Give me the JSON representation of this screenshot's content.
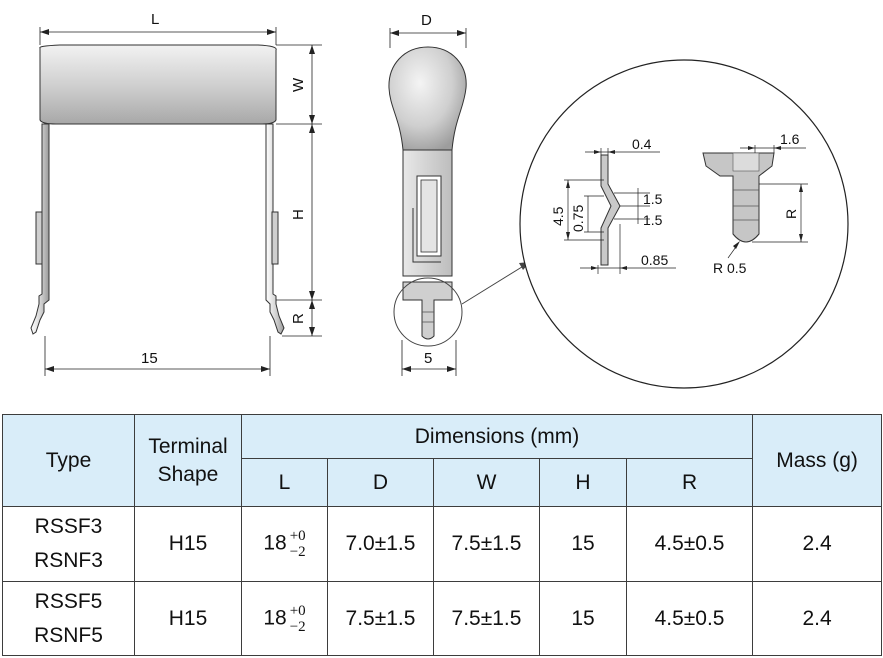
{
  "drawing": {
    "side_view": {
      "L": "L",
      "W": "W",
      "H": "H",
      "R": "R",
      "pitch": "15"
    },
    "end_view": {
      "D": "D",
      "width": "5"
    },
    "detail": {
      "t1": "0.4",
      "t2": "1.5",
      "t3": "1.5",
      "t4": "4.5",
      "t5": "0.75",
      "t6": "0.85",
      "t7": "1.6",
      "R": "R",
      "radius": "R 0.5"
    }
  },
  "table": {
    "headers": {
      "type": "Type",
      "terminal_line1": "Terminal",
      "terminal_line2": "Shape",
      "dimensions": "Dimensions  (mm)",
      "mass": "Mass (g)",
      "cols": [
        "L",
        "D",
        "W",
        "H",
        "R"
      ]
    },
    "rows": [
      {
        "type1": "RSSF3",
        "type2": "RSNF3",
        "terminal": "H15",
        "L": "18",
        "L_tol_plus": "+0",
        "L_tol_minus": "−2",
        "D": "7.0±1.5",
        "W": "7.5±1.5",
        "H": "15",
        "R": "4.5±0.5",
        "mass": "2.4"
      },
      {
        "type1": "RSSF5",
        "type2": "RSNF5",
        "terminal": "H15",
        "L": "18",
        "L_tol_plus": "+0",
        "L_tol_minus": "−2",
        "D": "7.5±1.5",
        "W": "7.5±1.5",
        "H": "15",
        "R": "4.5±0.5",
        "mass": "2.4"
      }
    ]
  }
}
